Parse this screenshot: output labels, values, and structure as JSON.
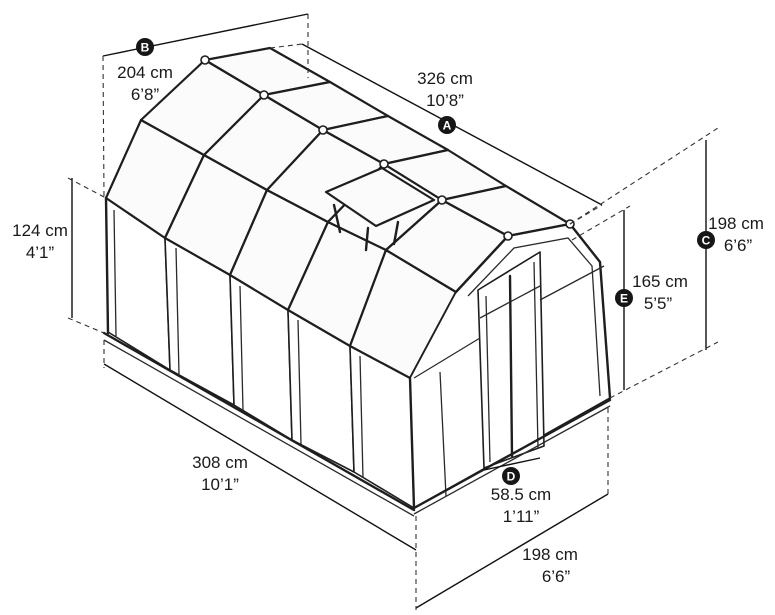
{
  "dimensions": {
    "A": {
      "badge": "A",
      "metric": "326 cm",
      "imperial": "10’8”"
    },
    "B": {
      "badge": "B",
      "metric": "204 cm",
      "imperial": "6’8”"
    },
    "C": {
      "badge": "C",
      "metric": "198 cm",
      "imperial": "6’6”"
    },
    "D": {
      "badge": "D",
      "metric": "58.5 cm",
      "imperial": "1’11”"
    },
    "E": {
      "badge": "E",
      "metric": "165 cm",
      "imperial": "5’5”"
    },
    "side_wall_height": {
      "metric": "124 cm",
      "imperial": "4’1”"
    },
    "length": {
      "metric": "308 cm",
      "imperial": "10’1”"
    },
    "width": {
      "metric": "198 cm",
      "imperial": "6’6”"
    }
  }
}
